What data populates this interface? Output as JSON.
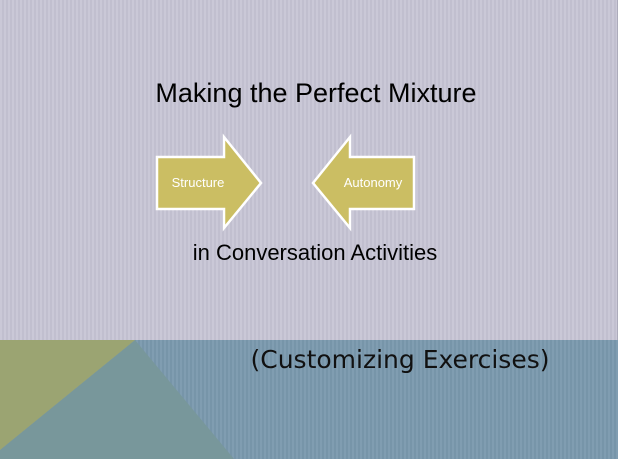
{
  "slide": {
    "title": "Making the Perfect Mixture",
    "subtitle": "in Conversation Activities",
    "caption": "(Customizing Exercises)",
    "arrows": [
      {
        "label": "Structure",
        "direction": "right"
      },
      {
        "label": "Autonomy",
        "direction": "left"
      }
    ],
    "colors": {
      "background_stripe_light": "#cac8d7",
      "background_stripe_dark": "#c1bfcf",
      "arrow_fill": "#cbbe63",
      "arrow_outline": "#ffffff",
      "band_blue": "#7b98ac",
      "triangle_olive": "#9ba472",
      "triangle_teal": "#78979b",
      "title_text": "#000000",
      "caption_text": "#111111"
    }
  }
}
